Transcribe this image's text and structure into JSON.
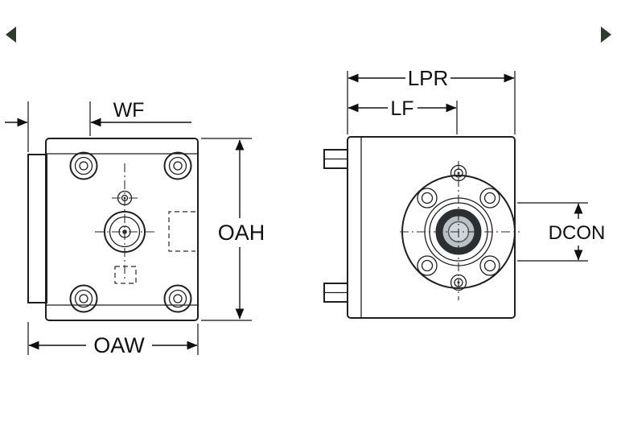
{
  "drawing_labels": {
    "wf": "WF",
    "oah": "OAH",
    "oaw": "OAW",
    "lpr": "LPR",
    "lf": "LF",
    "dcon": "DCON"
  },
  "colors": {
    "background": "#ffffff",
    "body_fill": "#d8dcdf",
    "flange_fill": "#d5d9dc",
    "detail_fill": "#c9ced2",
    "outline": "#1d1f21",
    "dimension_line": "#101010",
    "bore_ring": "#2c2f32",
    "nav_arrow": "#2e3a2e"
  },
  "icons": {
    "prev_arrow": "left-triangle",
    "next_arrow": "right-triangle"
  }
}
